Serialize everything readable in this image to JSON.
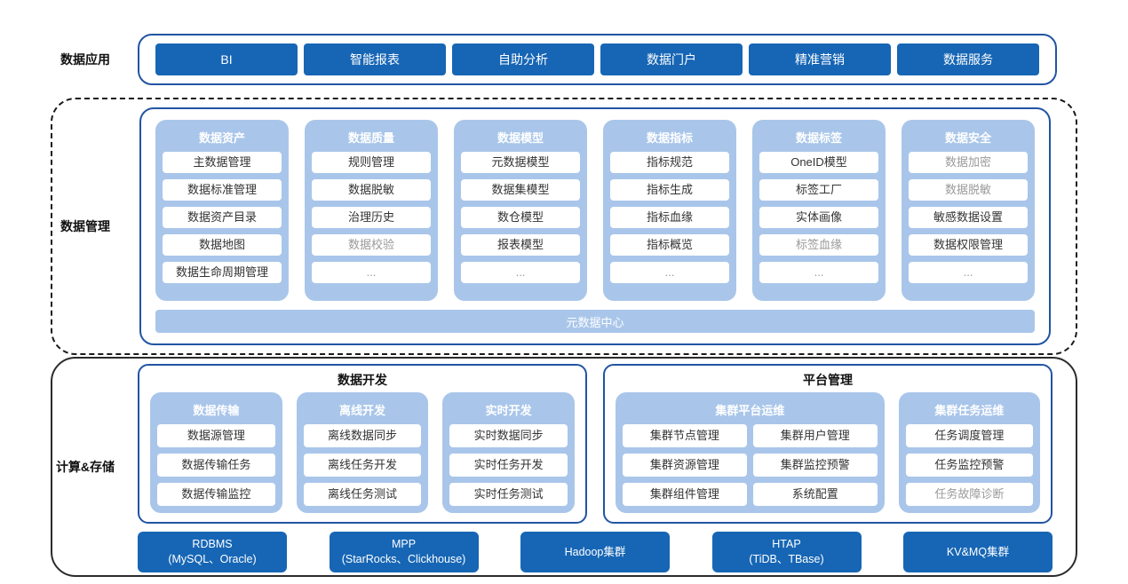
{
  "labels": {
    "apps": "数据应用",
    "management": "数据管理",
    "compute": "计算&存储"
  },
  "apps": {
    "items": [
      "BI",
      "智能报表",
      "自助分析",
      "数据门户",
      "精准营销",
      "数据服务"
    ]
  },
  "management": {
    "columns": [
      {
        "title": "数据资产",
        "items": [
          "主数据管理",
          "数据标准管理",
          "数据资产目录",
          "数据地图",
          "数据生命周期管理"
        ]
      },
      {
        "title": "数据质量",
        "items": [
          "规则管理",
          "数据脱敏",
          "治理历史",
          "数据校验",
          "..."
        ]
      },
      {
        "title": "数据模型",
        "items": [
          "元数据模型",
          "数据集模型",
          "数仓模型",
          "报表模型",
          "..."
        ]
      },
      {
        "title": "数据指标",
        "items": [
          "指标规范",
          "指标生成",
          "指标血缘",
          "指标概览",
          "..."
        ]
      },
      {
        "title": "数据标签",
        "items": [
          "OneID模型",
          "标签工厂",
          "实体画像",
          "标签血缘",
          "..."
        ]
      },
      {
        "title": "数据安全",
        "items": [
          "数据加密",
          "数据脱敏",
          "敏感数据设置",
          "数据权限管理",
          "..."
        ]
      }
    ],
    "metadata_center": "元数据中心"
  },
  "compute": {
    "dev": {
      "title": "数据开发",
      "columns": [
        {
          "title": "数据传输",
          "items": [
            "数据源管理",
            "数据传输任务",
            "数据传输监控"
          ]
        },
        {
          "title": "离线开发",
          "items": [
            "离线数据同步",
            "离线任务开发",
            "离线任务测试"
          ]
        },
        {
          "title": "实时开发",
          "items": [
            "实时数据同步",
            "实时任务开发",
            "实时任务测试"
          ]
        }
      ]
    },
    "platform": {
      "title": "平台管理",
      "columns": [
        {
          "title": "集群平台运维",
          "items": [
            "集群节点管理",
            "集群用户管理",
            "集群资源管理",
            "集群监控预警",
            "集群组件管理",
            "系统配置"
          ]
        },
        {
          "title": "集群任务运维",
          "items": [
            "任务调度管理",
            "任务监控预警",
            "任务故障诊断"
          ]
        }
      ]
    }
  },
  "storage": {
    "items": [
      {
        "line1": "RDBMS",
        "line2": "(MySQL、Oracle)"
      },
      {
        "line1": "MPP",
        "line2": "(StarRocks、Clickhouse)"
      },
      {
        "line1": "Hadoop集群",
        "line2": ""
      },
      {
        "line1": "HTAP",
        "line2": "(TiDB、TBase)"
      },
      {
        "line1": "KV&MQ集群",
        "line2": ""
      }
    ]
  },
  "colors": {
    "primary": "#1766b5",
    "panel": "#a9c6ea",
    "border": "#2155a3"
  }
}
